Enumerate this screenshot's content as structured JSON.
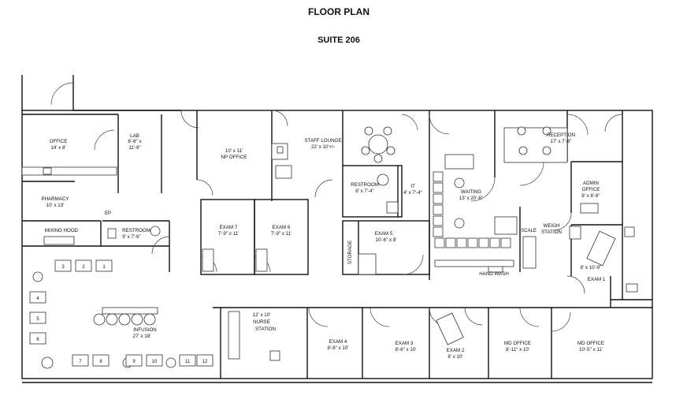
{
  "header": {
    "title": "FLOOR PLAN",
    "subtitle": "SUITE 206"
  },
  "rooms": [
    {
      "id": "office",
      "name": "OFFICE",
      "size": "14' x 8'"
    },
    {
      "id": "lab",
      "name": "LAB",
      "size": "6'-6\" x",
      "size2": "11'-9\""
    },
    {
      "id": "np-office",
      "name": "10' x 11'",
      "size": "NP OFFICE"
    },
    {
      "id": "staff-lounge",
      "name": "STAFF LOUNGE",
      "size": "22' x 10'+/-"
    },
    {
      "id": "reception",
      "name": "RECEPTION",
      "size": "17' x 7'-8\""
    },
    {
      "id": "admin-office",
      "name": "ADMIN",
      "size": "OFFICE",
      "size2": "8' x 8'-6\""
    },
    {
      "id": "restroom-upper",
      "name": "RESTROOM",
      "size": "8' x 7'-4\""
    },
    {
      "id": "it",
      "name": "IT",
      "size": "4' x 7'-4\""
    },
    {
      "id": "waiting",
      "name": "WAITING",
      "size": "13' x 20'-6\""
    },
    {
      "id": "pharmacy",
      "name": "PHARMACY",
      "size": "10' x 13'"
    },
    {
      "id": "mixing-hood",
      "name": "MIXING HOOD"
    },
    {
      "id": "restroom-lower",
      "name": "RESTROOM",
      "size": "9' x 7'-6\""
    },
    {
      "id": "exam7",
      "name": "EXAM 7",
      "size": "7'-9\" x 11'"
    },
    {
      "id": "exam6",
      "name": "EXAM 6",
      "size": "7'-9\" x 11'"
    },
    {
      "id": "exam5",
      "name": "EXAM 5",
      "size": "10'-6\" x 8'"
    },
    {
      "id": "storage",
      "name": "STORAGE"
    },
    {
      "id": "weigh-station",
      "name": "WEIGH",
      "size": "STATION"
    },
    {
      "id": "hand-wash",
      "name": "HAND WASH"
    },
    {
      "id": "exam1",
      "name": "EXAM 1",
      "size": "8' x 10'-9\""
    },
    {
      "id": "infusion",
      "name": "INFUSION",
      "size": "27' x 18'"
    },
    {
      "id": "nurse-station",
      "name": "12' x 10'",
      "size": "NURSE",
      "size2": "STATION"
    },
    {
      "id": "exam4",
      "name": "EXAM 4",
      "size": "8'-8\" x 10'"
    },
    {
      "id": "exam3",
      "name": "EXAM 3",
      "size": "8'-6\" x 10'"
    },
    {
      "id": "exam2",
      "name": "EXAM 2",
      "size": "8' x 10'"
    },
    {
      "id": "md-office1",
      "name": "MD OFFICE",
      "size": "8'-11\" x 10'"
    },
    {
      "id": "md-office2",
      "name": "MD OFFICE",
      "size": "10'-5\" x 11'"
    }
  ],
  "markers": {
    "scale": "SCALE",
    "ep": "EP",
    "chairs_top": [
      "3",
      "2",
      "1"
    ],
    "chairs_left": [
      "4",
      "5",
      "6"
    ],
    "chairs_bottom": [
      "7",
      "8",
      "9",
      "10",
      "11",
      "12"
    ]
  }
}
